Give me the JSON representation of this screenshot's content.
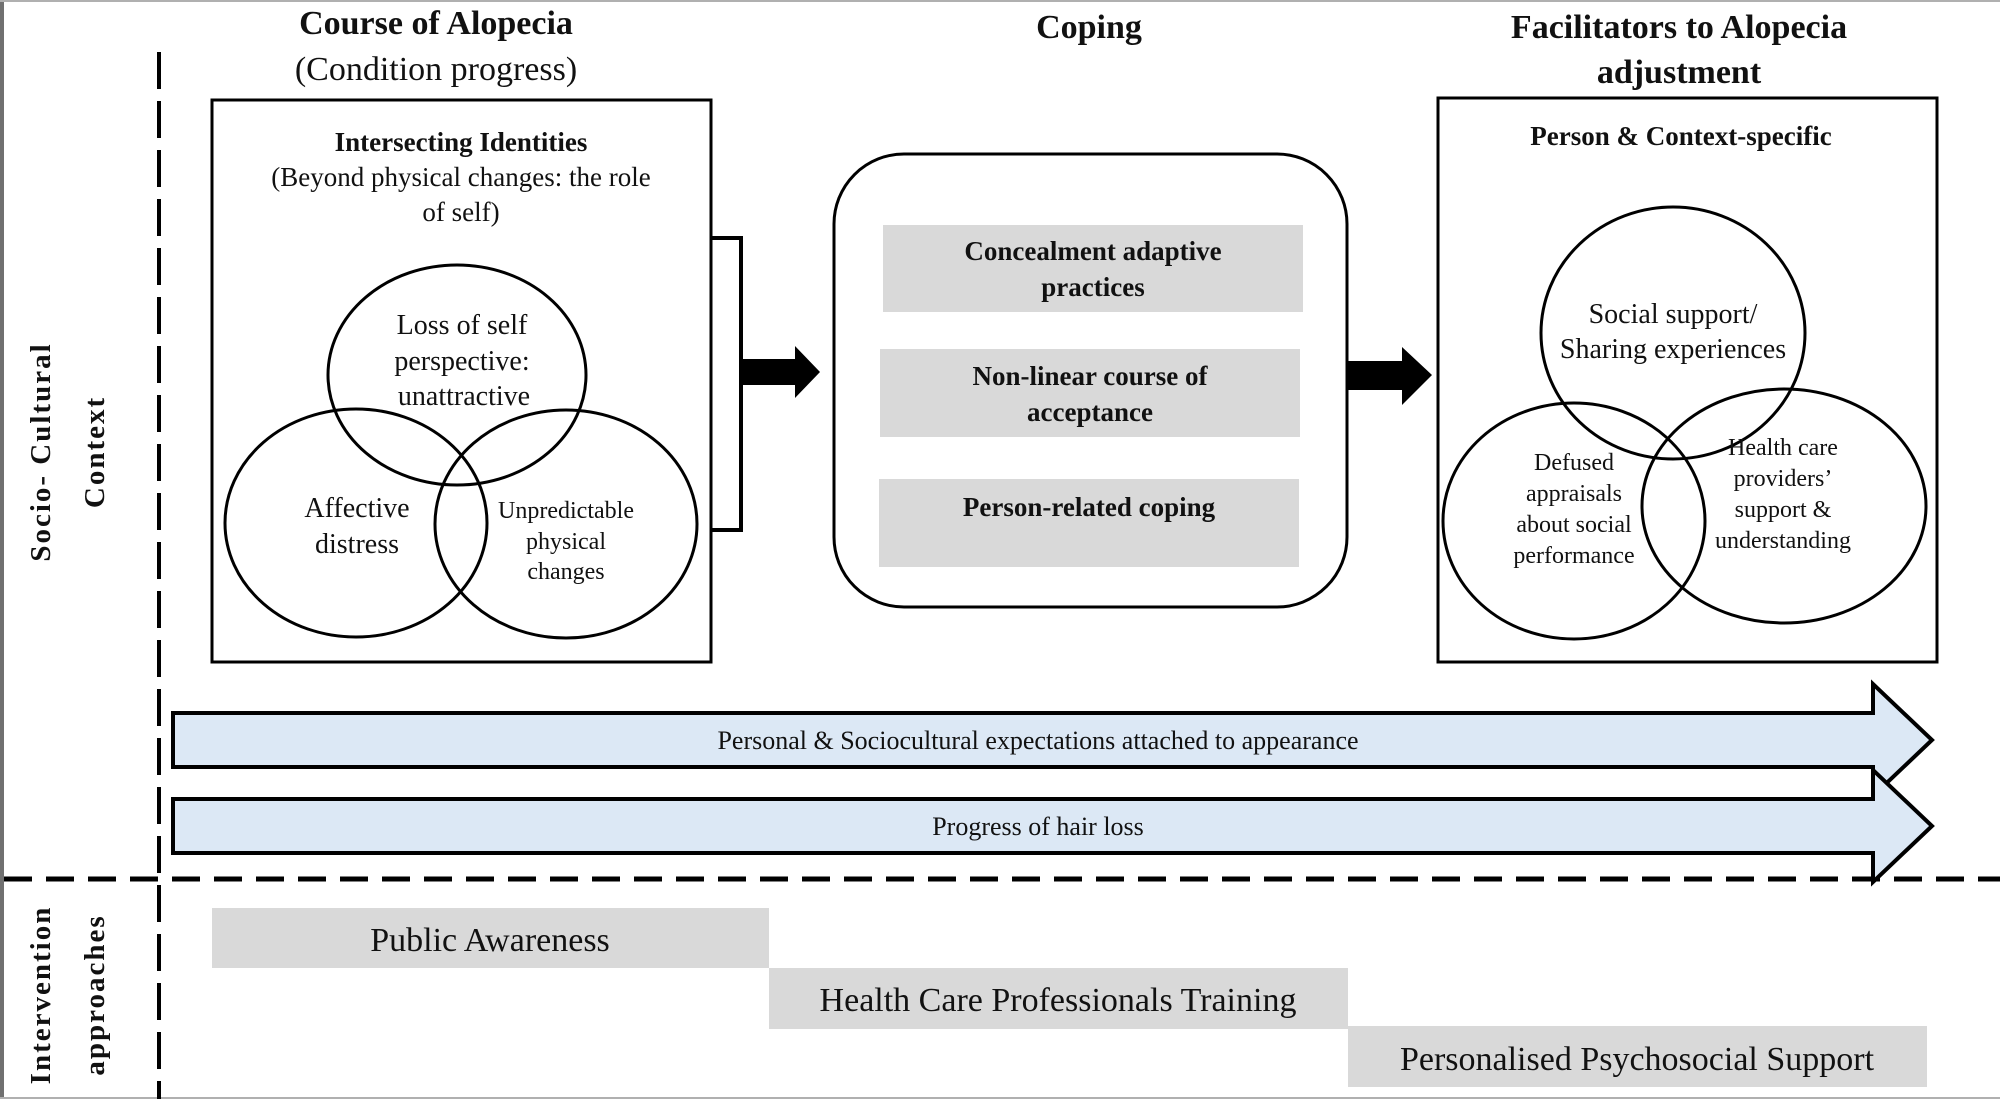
{
  "headers": {
    "course": {
      "title": "Course of Alopecia",
      "subtitle": "(Condition progress)"
    },
    "coping": {
      "title": "Coping"
    },
    "facilitators": {
      "line1": "Facilitators to Alopecia",
      "line2": "adjustment"
    }
  },
  "side_labels": {
    "socio_cultural": {
      "line1": "Socio- Cultural",
      "line2": "Context"
    },
    "intervention": {
      "line1": "Intervention",
      "line2": "approaches"
    }
  },
  "course_box": {
    "title": "Intersecting Identities",
    "subtitle_line1": "(Beyond physical changes: the role",
    "subtitle_line2": "of self)",
    "venn": [
      {
        "name": "loss-of-self",
        "lines": [
          "Loss of self",
          "perspective:",
          "unattractive"
        ]
      },
      {
        "name": "affective-distress",
        "lines": [
          "Affective",
          "distress"
        ]
      },
      {
        "name": "unpredictable-changes",
        "lines": [
          "Unpredictable",
          "physical",
          "changes"
        ]
      }
    ]
  },
  "coping_box": {
    "items": [
      {
        "lines": [
          "Concealment adaptive",
          "practices"
        ]
      },
      {
        "lines": [
          "Non-linear course of",
          "acceptance"
        ]
      },
      {
        "lines": [
          "Person-related coping"
        ]
      }
    ]
  },
  "facilitators_box": {
    "title": "Person & Context-specific",
    "venn": [
      {
        "name": "social-support",
        "lines": [
          "Social support/",
          "Sharing experiences"
        ]
      },
      {
        "name": "defused-appraisals",
        "lines": [
          "Defused",
          "appraisals",
          "about social",
          "performance"
        ]
      },
      {
        "name": "health-care-support",
        "lines": [
          "Health care",
          "providers’",
          "support &",
          "understanding"
        ]
      }
    ]
  },
  "timeline_arrows": [
    {
      "label": "Personal & Sociocultural expectations attached to appearance"
    },
    {
      "label": "Progress of hair loss"
    }
  ],
  "interventions": [
    {
      "label": "Public Awareness"
    },
    {
      "label": "Health Care Professionals Training"
    },
    {
      "label": "Personalised Psychosocial Support"
    }
  ],
  "colors": {
    "arrow_fill": "#dce8f5",
    "gray_box": "#d9d9d9",
    "stroke": "#000000"
  }
}
